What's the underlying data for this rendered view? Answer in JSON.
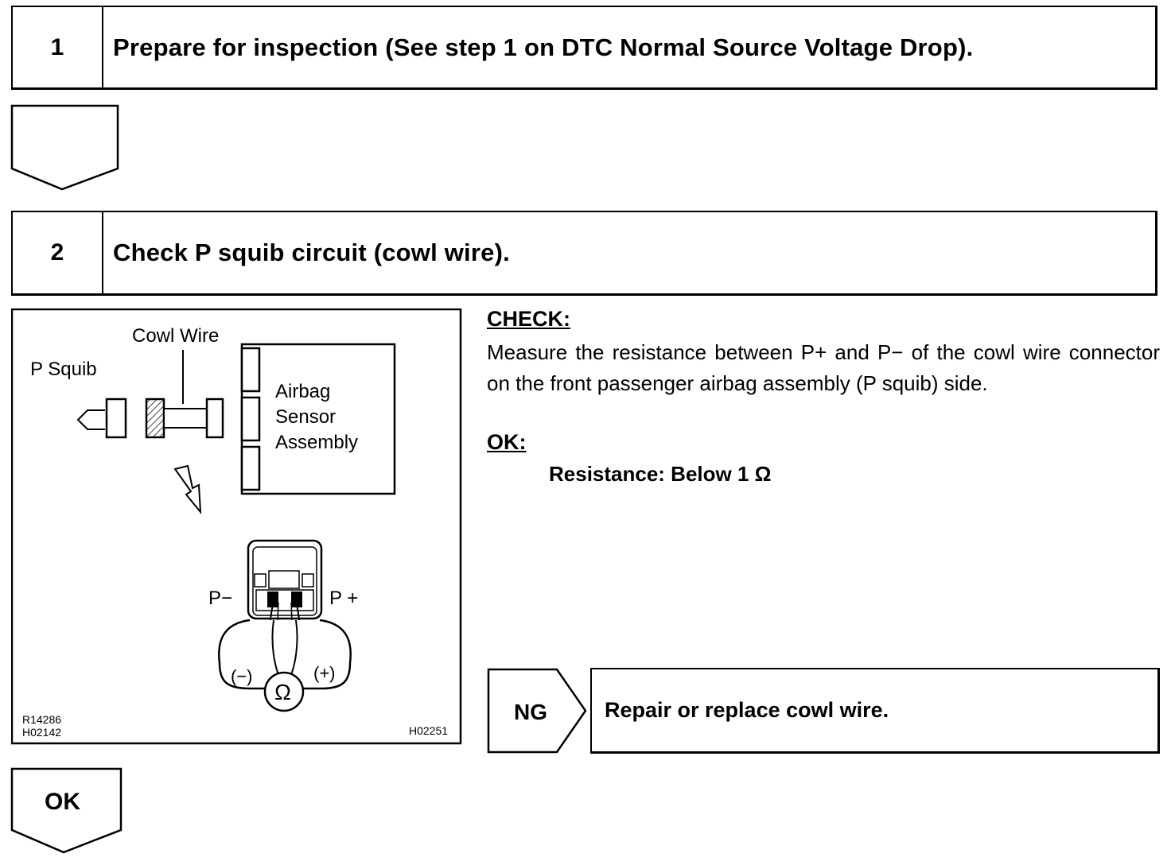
{
  "step1": {
    "number": "1",
    "title": "Prepare for inspection (See step 1 on DTC Normal Source Voltage Drop)."
  },
  "step2": {
    "number": "2",
    "title": "Check P squib circuit (cowl wire)."
  },
  "diagram": {
    "label_cowl_wire": "Cowl Wire",
    "label_p_squib": "P Squib",
    "label_airbag_1": "Airbag",
    "label_airbag_2": "Sensor",
    "label_airbag_3": "Assembly",
    "label_p_minus": "P−",
    "label_p_plus": "P +",
    "label_neg": "(−)",
    "label_pos": "(+)",
    "label_ohm": "Ω",
    "ref_1": "R14286",
    "ref_2": "H02142",
    "ref_3": "H02251"
  },
  "check": {
    "heading": "CHECK:",
    "body": "Measure the resistance between P+ and P− of the cowl wire connector on the front passenger airbag assembly (P squib) side.",
    "ok_heading": "OK:",
    "spec": "Resistance: Below 1 Ω"
  },
  "ng": {
    "label": "NG",
    "action": "Repair or replace cowl wire."
  },
  "ok_flow": {
    "label": "OK"
  }
}
